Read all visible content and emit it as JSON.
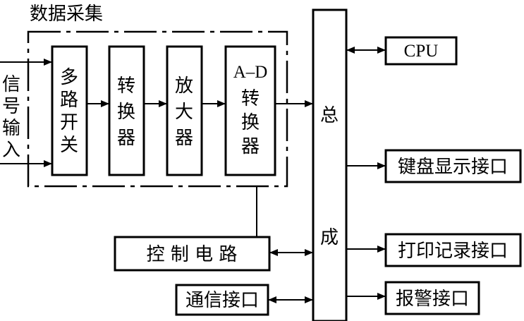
{
  "group_title": "数据采集",
  "signal_input": "信号输入",
  "mux": "多路开关",
  "converter": "转换器",
  "amplifier": "放大器",
  "adc_top": "A–D",
  "adc_bottom": "转换器",
  "control": "控 制 电 路",
  "comm": "通信接口",
  "bus": {
    "top": "总",
    "bottom": "成"
  },
  "cpu": "CPU",
  "keyboard": "键盘显示接口",
  "printer": "打印记录接口",
  "alarm": "报警接口"
}
